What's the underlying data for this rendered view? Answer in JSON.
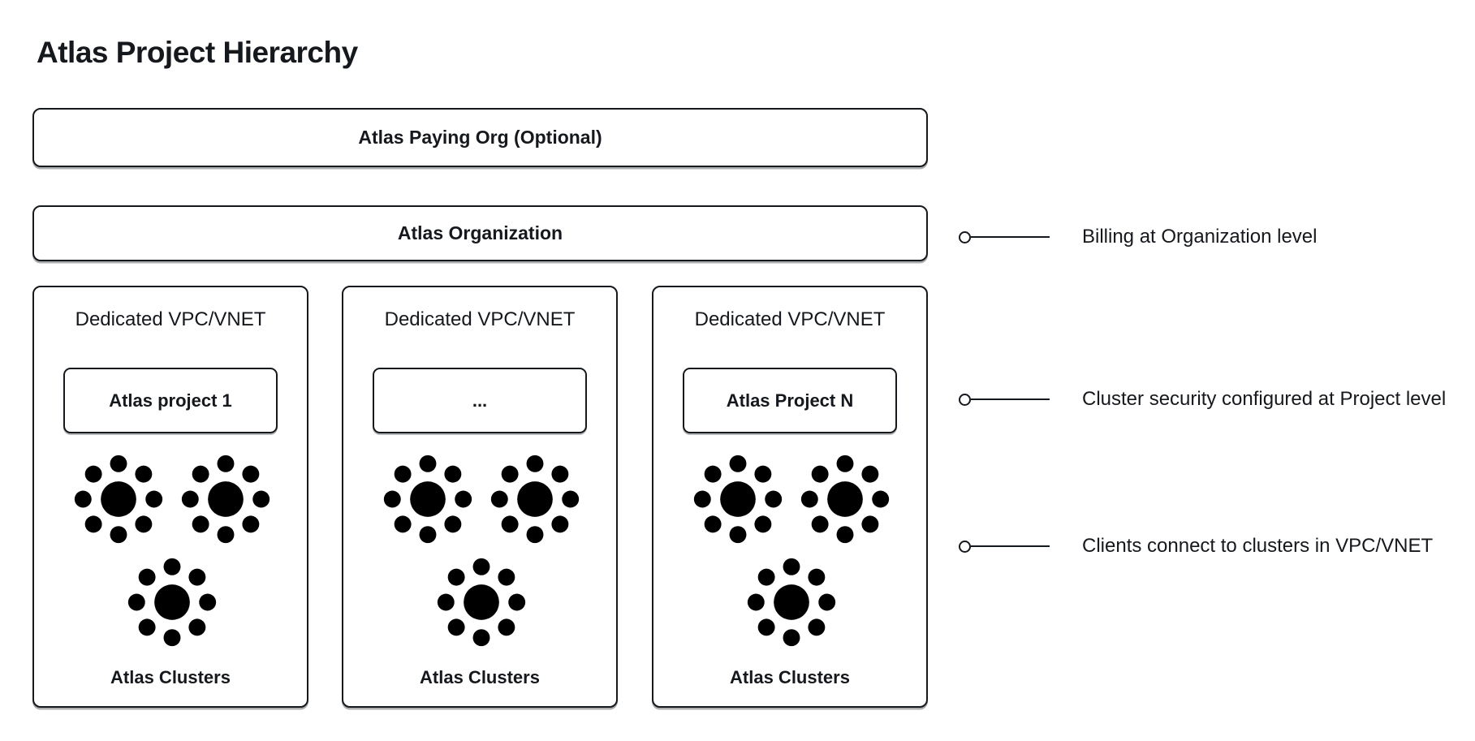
{
  "title": "Atlas Project Hierarchy",
  "colors": {
    "background": "#FFFFFF",
    "border": "#15181C",
    "text": "#15181C",
    "cluster_circle": "#1FA95C",
    "cluster_spoke": "#14574A"
  },
  "org_boxes": {
    "paying": {
      "label": "Atlas Paying Org (Optional)"
    },
    "organization": {
      "label": "Atlas Organization"
    }
  },
  "vpc_boxes": [
    {
      "label": "Dedicated VPC/VNET",
      "project_label": "Atlas project 1",
      "clusters_label": "Atlas Clusters",
      "cluster_icons": 3
    },
    {
      "label": "Dedicated VPC/VNET",
      "project_label": "...",
      "clusters_label": "Atlas Clusters",
      "cluster_icons": 3
    },
    {
      "label": "Dedicated VPC/VNET",
      "project_label": "Atlas Project N",
      "clusters_label": "Atlas Clusters",
      "cluster_icons": 3
    }
  ],
  "annotations": [
    {
      "label": "Billing at Organization level"
    },
    {
      "label": "Cluster security configured at Project level"
    },
    {
      "label": "Clients connect to clusters in VPC/VNET"
    }
  ]
}
